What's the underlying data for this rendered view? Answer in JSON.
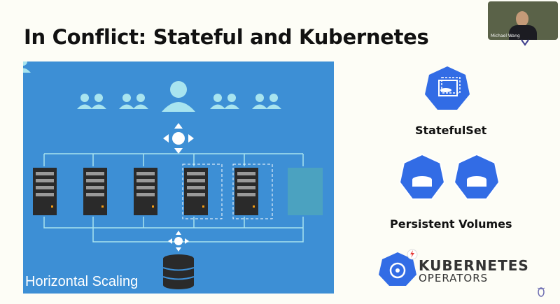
{
  "slide": {
    "title": "In Conflict: Stateful and Kubernetes",
    "diagram_caption": "Horizontal Scaling"
  },
  "right": {
    "statefulset_label": "StatefulSet",
    "pv_label": "Persistent Volumes",
    "operators_logo_line1": "KUBERNETES",
    "operators_logo_line2": "OPERATORS"
  },
  "webcam": {
    "participant_name": "Michael Wang"
  },
  "colors": {
    "panel": "#3d8fd5",
    "k8s_blue": "#326ce5",
    "icon_light": "#a8e4ef"
  }
}
